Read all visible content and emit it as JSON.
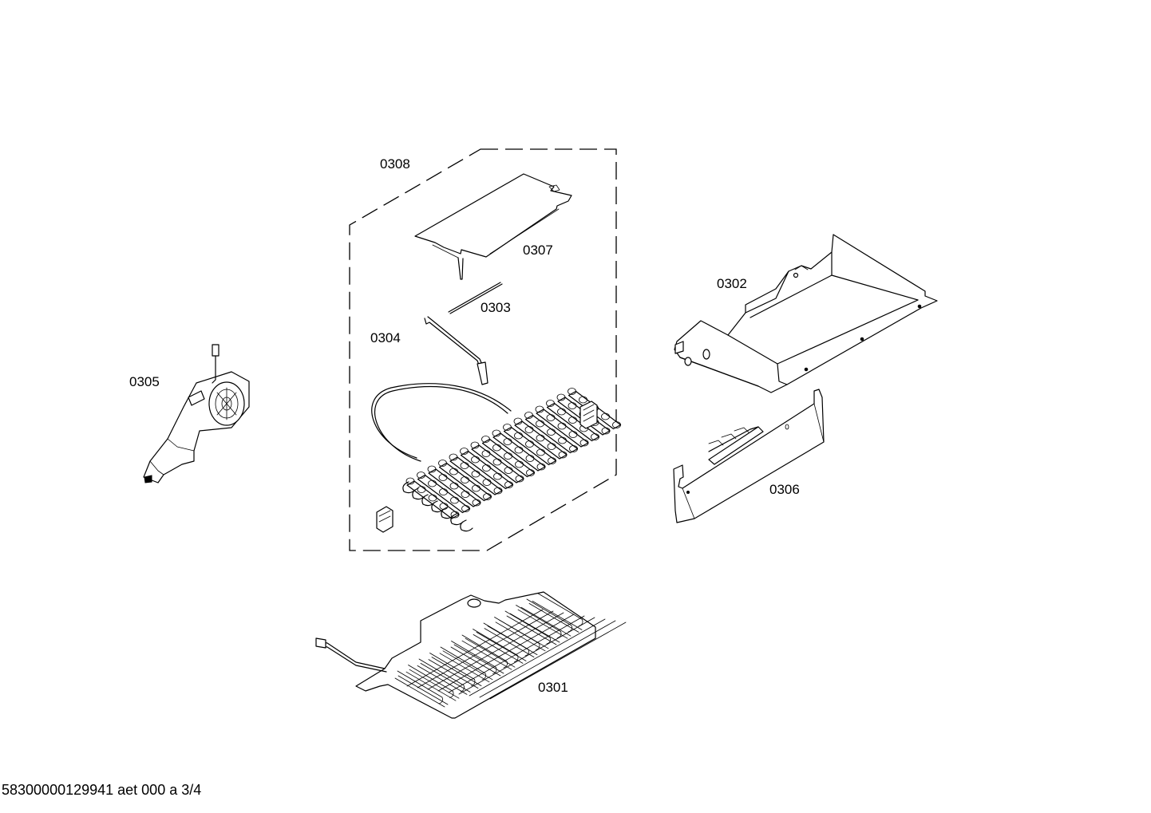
{
  "labels": {
    "p0301": "0301",
    "p0302": "0302",
    "p0303": "0303",
    "p0304": "0304",
    "p0305": "0305",
    "p0306": "0306",
    "p0307": "0307",
    "p0308": "0308"
  },
  "footer": {
    "text": "58300000129941 aet 000 a 3/4"
  }
}
